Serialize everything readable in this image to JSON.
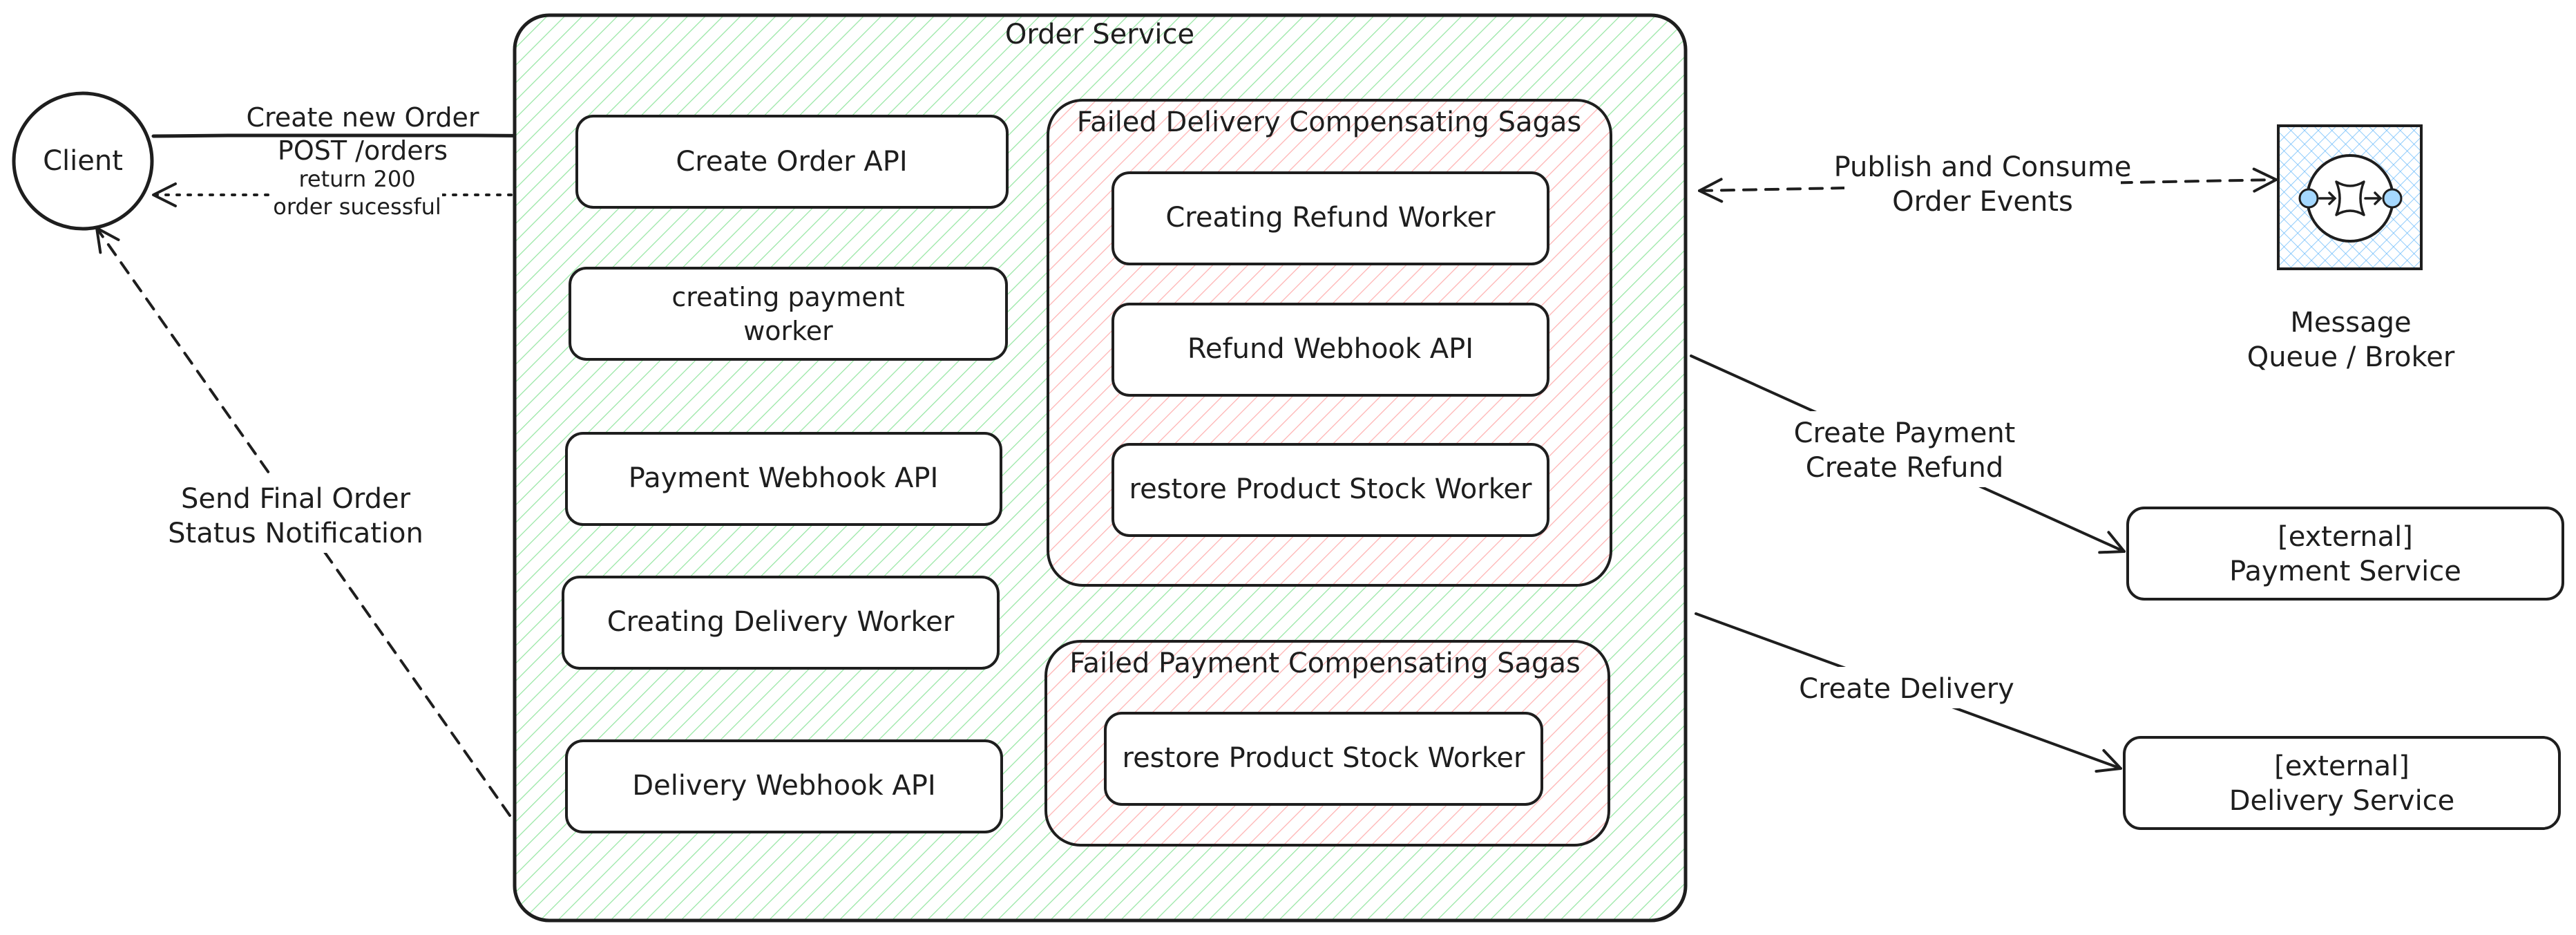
{
  "diagram": {
    "client": {
      "label": "Client"
    },
    "order_service": {
      "title": "Order Service",
      "components": {
        "create_order_api": "Create Order API",
        "creating_payment_worker_line1": "creating payment",
        "creating_payment_worker_line2": "worker",
        "payment_webhook_api": "Payment Webhook API",
        "creating_delivery_worker": "Creating Delivery Worker",
        "delivery_webhook_api": "Delivery Webhook API"
      },
      "failed_delivery_saga": {
        "title": "Failed Delivery Compensating Sagas",
        "items": [
          "Creating Refund Worker",
          "Refund Webhook API",
          "restore Product Stock Worker"
        ]
      },
      "failed_payment_saga": {
        "title": "Failed Payment Compensating Sagas",
        "items": [
          "restore Product Stock Worker"
        ]
      }
    },
    "message_broker": {
      "label_line1": "Message",
      "label_line2": "Queue / Broker"
    },
    "payment_service": {
      "line1": "[external]",
      "line2": "Payment Service"
    },
    "delivery_service": {
      "line1": "[external]",
      "line2": "Delivery Service"
    },
    "edges": {
      "create_order": {
        "line1": "Create new Order",
        "line2": "POST /orders"
      },
      "return_200": {
        "line1": "return 200",
        "line2": "order sucessful"
      },
      "final_notification": {
        "line1": "Send Final Order",
        "line2": "Status Notification"
      },
      "publish_consume": {
        "line1": "Publish and Consume",
        "line2": "Order Events"
      },
      "create_payment_refund": {
        "line1": "Create Payment",
        "line2": "Create Refund"
      },
      "create_delivery": {
        "label": "Create Delivery"
      }
    }
  },
  "colors": {
    "stroke": "#1e1e1e",
    "green_hatch": "#69db7c",
    "red_hatch": "#ff8787",
    "blue_hatch": "#74c0fc",
    "node_fill": "#ffffff",
    "dot_fill": "#a5d8ff"
  }
}
